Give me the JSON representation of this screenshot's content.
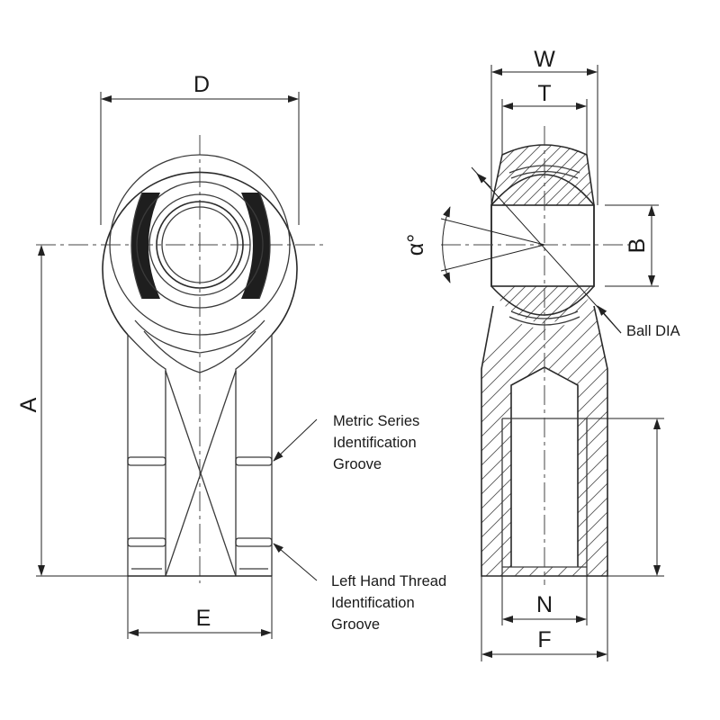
{
  "dimensions": {
    "D": "D",
    "A": "A",
    "E": "E",
    "W": "W",
    "T": "T",
    "B": "B",
    "N": "N",
    "F": "F",
    "alpha": "α°"
  },
  "callouts": {
    "metric_series": [
      "Metric Series",
      "Identification",
      "Groove"
    ],
    "left_hand_thread": [
      "Left Hand Thread",
      "Identification",
      "Groove"
    ],
    "ball_dia": "Ball DIA"
  },
  "colors": {
    "line": "#3a3a3a",
    "seal_fill": "#1e1e1e",
    "background": "#ffffff"
  }
}
